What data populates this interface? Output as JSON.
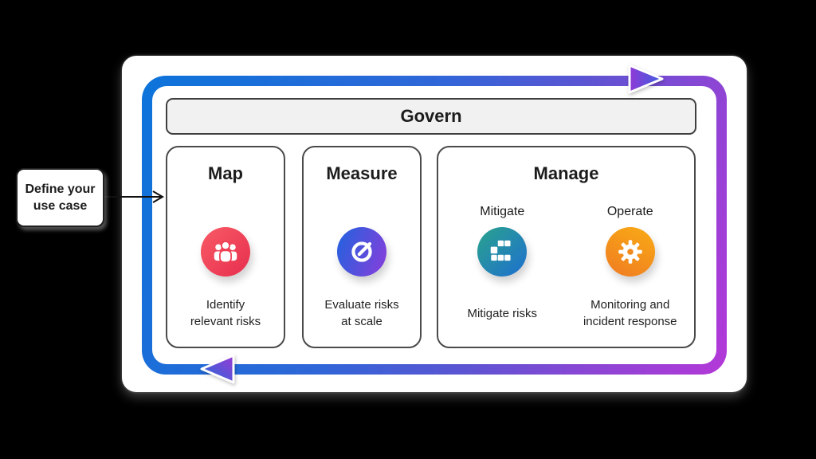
{
  "colors": {
    "background": "#000000",
    "card_bg": "#ffffff",
    "frame_gradient_start": "#0c74da",
    "frame_gradient_mid": "#5a55d2",
    "frame_gradient_end": "#b438d8",
    "outline_dark": "#3f3f3f",
    "govern_bg": "#f1f1f1",
    "text_dark": "#1c1c1c",
    "map_icon_start": "#f85b66",
    "map_icon_end": "#e72e4e",
    "measure_icon_start": "#2063de",
    "measure_icon_end": "#8a3ddb",
    "mitigate_icon_start": "#2aa38c",
    "mitigate_icon_end": "#1e6fd0",
    "operate_icon_start": "#f9ab15",
    "operate_icon_end": "#ef7b22",
    "arrow_purple": "#8f3bd6",
    "arrow_blue": "#3e5de0"
  },
  "define_box": {
    "lines": [
      "Define your",
      "use case"
    ]
  },
  "govern": {
    "label": "Govern"
  },
  "columns": {
    "map": {
      "title": "Map",
      "icon": "people-icon",
      "caption_lines": [
        "Identify",
        "relevant risks"
      ]
    },
    "measure": {
      "title": "Measure",
      "icon": "gauge-icon",
      "caption_lines": [
        "Evaluate risks",
        "at scale"
      ]
    },
    "manage": {
      "title": "Manage",
      "sub": [
        {
          "label": "Mitigate",
          "icon": "blocks-icon",
          "caption_lines": [
            "Mitigate risks",
            ""
          ]
        },
        {
          "label": "Operate",
          "icon": "gear-icon",
          "caption_lines": [
            "Monitoring and",
            "incident response"
          ]
        }
      ]
    }
  }
}
